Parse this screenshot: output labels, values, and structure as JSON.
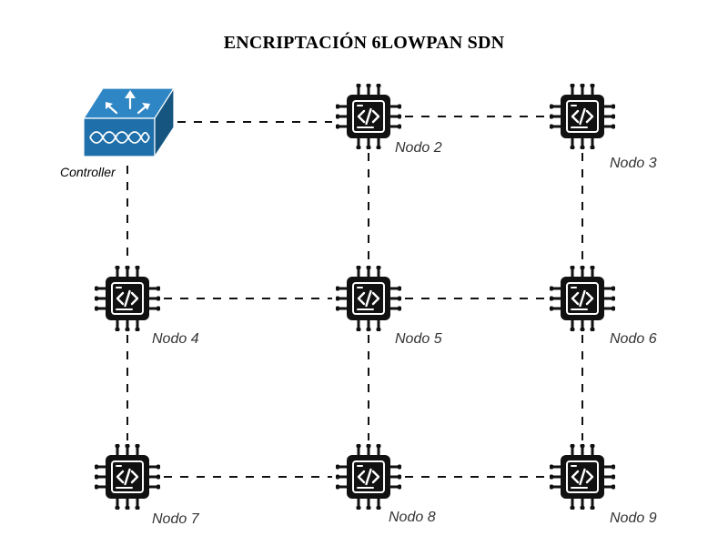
{
  "title": "ENCRIPTACIÓN 6LOWPAN SDN",
  "controller": {
    "label": "Controller",
    "icon": "sdn-controller-switch-icon",
    "colors": {
      "top": "#2f86c4",
      "front": "#1f6faa",
      "side": "#15557f",
      "waves": "#ffffff"
    }
  },
  "nodes": [
    {
      "id": "nodo2",
      "label": "Nodo 2",
      "icon": "chip-code-icon"
    },
    {
      "id": "nodo3",
      "label": "Nodo 3",
      "icon": "chip-code-icon"
    },
    {
      "id": "nodo4",
      "label": "Nodo 4",
      "icon": "chip-code-icon"
    },
    {
      "id": "nodo5",
      "label": "Nodo 5",
      "icon": "chip-code-icon"
    },
    {
      "id": "nodo6",
      "label": "Nodo 6",
      "icon": "chip-code-icon"
    },
    {
      "id": "nodo7",
      "label": "Nodo 7",
      "icon": "chip-code-icon"
    },
    {
      "id": "nodo8",
      "label": "Nodo 8",
      "icon": "chip-code-icon"
    },
    {
      "id": "nodo9",
      "label": "Nodo 9",
      "icon": "chip-code-icon"
    }
  ],
  "links": [
    [
      "controller",
      "nodo2"
    ],
    [
      "nodo2",
      "nodo3"
    ],
    [
      "controller",
      "nodo4"
    ],
    [
      "nodo2",
      "nodo5"
    ],
    [
      "nodo3",
      "nodo6"
    ],
    [
      "nodo4",
      "nodo5"
    ],
    [
      "nodo5",
      "nodo6"
    ],
    [
      "nodo4",
      "nodo7"
    ],
    [
      "nodo5",
      "nodo8"
    ],
    [
      "nodo6",
      "nodo9"
    ],
    [
      "nodo7",
      "nodo8"
    ],
    [
      "nodo8",
      "nodo9"
    ]
  ],
  "link_style": "dashed",
  "chip_color": "#111111"
}
